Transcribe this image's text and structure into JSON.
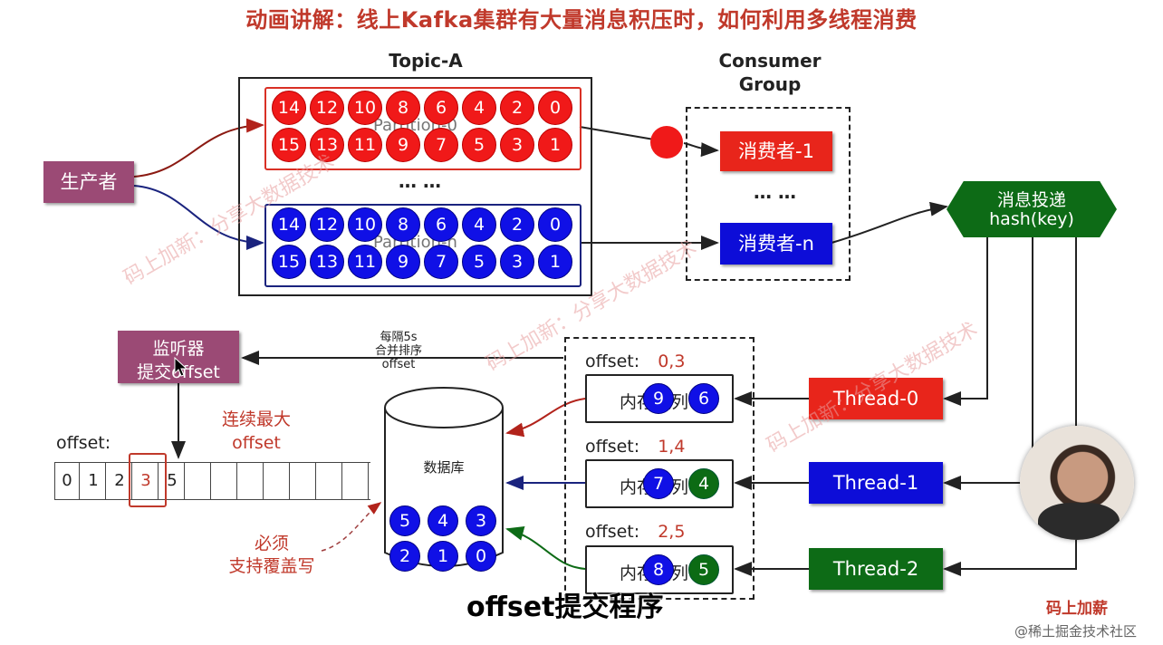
{
  "title": "动画讲解：线上Kafka集群有大量消息积压时，如何利用多线程消费",
  "topic_header": "Topic-A",
  "consumer_group_header_1": "Consumer",
  "consumer_group_header_2": "Group",
  "producer": "生产者",
  "partition0": {
    "label": "Partition-0",
    "row1": [
      "14",
      "12",
      "10",
      "8",
      "6",
      "4",
      "2",
      "0"
    ],
    "row2": [
      "15",
      "13",
      "11",
      "9",
      "7",
      "5",
      "3",
      "1"
    ]
  },
  "partitionN": {
    "label": "Partition-n",
    "row1": [
      "14",
      "12",
      "10",
      "8",
      "6",
      "4",
      "2",
      "0"
    ],
    "row2": [
      "15",
      "13",
      "11",
      "9",
      "7",
      "5",
      "3",
      "1"
    ]
  },
  "ellipsis": "… …",
  "consumer1": "消费者-1",
  "consumerN": "消费者-n",
  "dispatcher_line1": "消息投递",
  "dispatcher_line2": "hash(key)",
  "listener_line1": "监听器",
  "listener_line2": "提交offset",
  "commit_note": [
    "每隔5s",
    "合并排序",
    "offset"
  ],
  "max_offset_note_1": "连续最大",
  "max_offset_note_2": "offset",
  "offset_array_label": "offset:",
  "offset_array": [
    "0",
    "1",
    "2",
    "3",
    "5",
    "",
    "",
    "",
    "",
    "",
    "",
    ""
  ],
  "overwrite_note_1": "必须",
  "overwrite_note_2": "支持覆盖写",
  "database_label": "数据库",
  "database_row1": [
    "5",
    "4",
    "3"
  ],
  "database_row2": [
    "2",
    "1",
    "0"
  ],
  "thread0": {
    "label": "Thread-0",
    "offset_label": "offset:",
    "offset_value": "0,3",
    "memory_label": "内存队列",
    "balls": [
      "9",
      "6"
    ]
  },
  "thread1": {
    "label": "Thread-1",
    "offset_label": "offset:",
    "offset_value": "1,4",
    "memory_label": "内存队列",
    "balls": [
      "7",
      "4"
    ]
  },
  "thread2": {
    "label": "Thread-2",
    "offset_label": "offset:",
    "offset_value": "2,5",
    "memory_label": "内存队列",
    "balls": [
      "8",
      "5"
    ]
  },
  "subtitle": "offset提交程序",
  "watermark_text": "码上加新：分享大数据技术",
  "corner_logo": "码上加薪",
  "corner_credit": "@稀土掘金技术社区",
  "colors": {
    "red": "#e8251b",
    "blue": "#0d0dd8",
    "green": "#0d6b16",
    "purple": "#9b4a75",
    "title_red": "#c0392b"
  }
}
